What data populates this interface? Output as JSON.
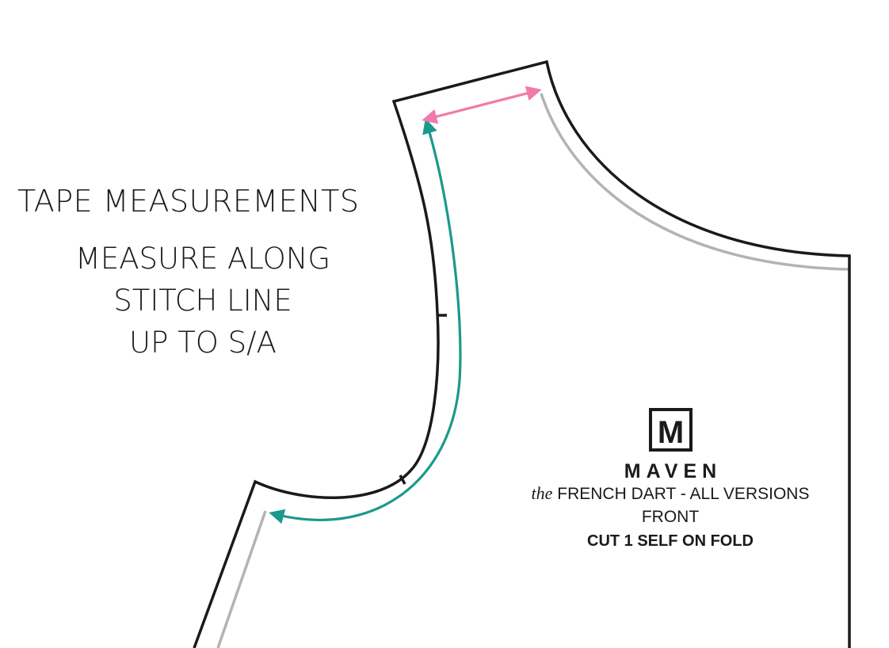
{
  "heading": "TAPE MEASUREMENTS",
  "instructions": [
    "MEASURE ALONG",
    "STITCH LINE",
    "UP TO S/A"
  ],
  "label": {
    "logo_letter": "M",
    "brand": "MAVEN",
    "pattern_prefix": "the",
    "pattern_name": "FRENCH DART - ALL VERSIONS",
    "piece": "FRONT",
    "cut": "CUT 1 SELF ON FOLD"
  },
  "colors": {
    "cut_line": "#1a1a1a",
    "stitch_line": "#b3b3b3",
    "armhole_measure": "#1a9a8c",
    "shoulder_measure": "#f07aa8"
  }
}
